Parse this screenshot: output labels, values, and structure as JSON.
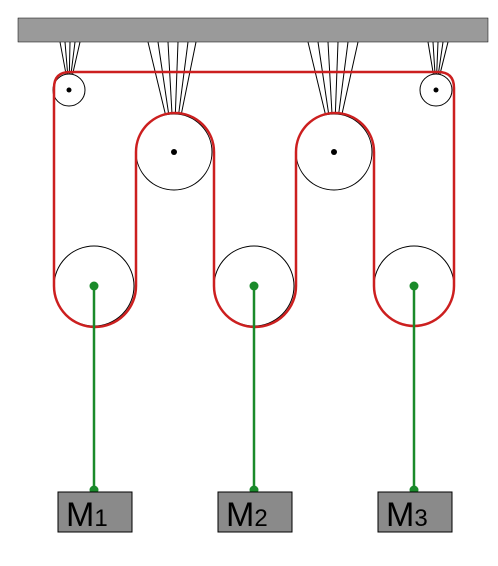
{
  "masses": [
    {
      "letter": "M",
      "index": "1"
    },
    {
      "letter": "M",
      "index": "2"
    },
    {
      "letter": "M",
      "index": "3"
    }
  ],
  "colors": {
    "ceiling": "#9a9a9a",
    "rope": "#cc1f1f",
    "hanger": "#1a8a2a",
    "pulley_stroke": "#000000",
    "mass_box": "#8a8a8a",
    "mass_border": "#000000"
  }
}
